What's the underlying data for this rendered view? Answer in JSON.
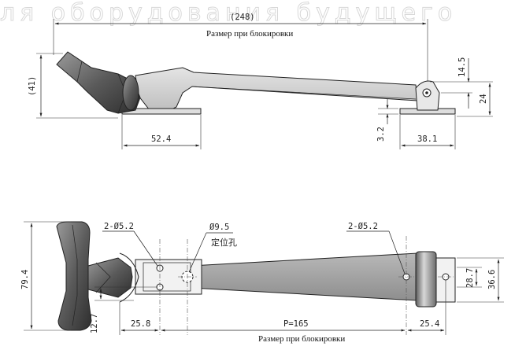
{
  "watermark": "ля оборудования будущего",
  "top_view": {
    "caption": "Размер при блокировки",
    "dims": {
      "overall_length": "(248)",
      "height_left": "(41)",
      "base_left": "52.4",
      "bracket_height": "14.5",
      "bracket_total": "24",
      "plate_thickness": "3.2",
      "base_right": "38.1"
    }
  },
  "bottom_view": {
    "caption": "Размер при блокировки",
    "dims": {
      "handle_width": "79.4",
      "hole_left": "2-Ø5.2",
      "locating_hole": "Ø9.5",
      "locating_label": "定位孔",
      "hole_right": "2-Ø5.2",
      "width_inner": "28.7",
      "width_outer": "36.6",
      "offset_small": "12.7",
      "left_pitch": "25.8",
      "pitch": "P=165",
      "right_pitch": "25.4"
    }
  },
  "colors": {
    "arm": "#c8c8c8",
    "arm_dark": "#9a9a9a",
    "handle": "#6a6a6a",
    "handle_dark": "#3c3c3c"
  }
}
